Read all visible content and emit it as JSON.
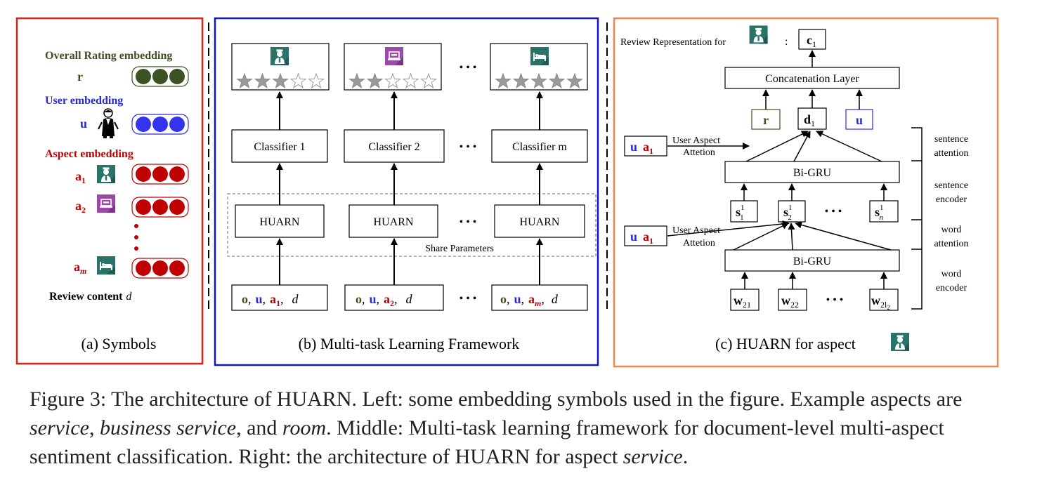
{
  "colors": {
    "symbols_border": "#e0201c",
    "framework_border": "#1414c8",
    "huarn_border": "#f0884c",
    "rating_green": "#3b5323",
    "user_blue": "#2929e0",
    "aspect_red": "#c00000",
    "icon_teal": "#2a7368",
    "icon_purple": "#9b4aa8",
    "star_gray": "#9a9a9a"
  },
  "icons": [
    "waiter-icon",
    "laptop-icon",
    "bed-icon",
    "user-figure-icon",
    "star-icon"
  ],
  "symbols": {
    "overall_title": "Overall Rating embedding",
    "overall_sym": "r",
    "user_title": "User embedding",
    "user_sym": "u",
    "aspect_title": "Aspect embedding",
    "a": "a",
    "sub1": "1",
    "sub2": "2",
    "subm": "m",
    "review_label": "Review content",
    "review_sym": "d",
    "caption": "(a) Symbols"
  },
  "framework": {
    "classifiers": [
      "Classifier 1",
      "Classifier 2",
      "Classifier m"
    ],
    "huarn": "HUARN",
    "share": "Share Parameters",
    "input_o": "o",
    "input_u": "u",
    "input_a": "a",
    "input_d": "d",
    "input_subs": [
      "1",
      "2",
      "m"
    ],
    "comma": ",",
    "ellipsis": "• • •",
    "stars_filled": [
      3,
      2,
      5
    ],
    "stars_total": 5,
    "caption": "(b) Multi-task Learning Framework"
  },
  "huarn": {
    "review_rep": "Review Representation for",
    "colon": ":",
    "c": "c",
    "c_sub": "1",
    "concat": "Concatenation Layer",
    "r": "r",
    "d": "d",
    "d_sub": "1",
    "u": "u",
    "a": "a",
    "a_sub": "1",
    "uaa_line1": "User Aspect",
    "uaa_line2": "Attetion",
    "bigru": "Bi-GRU",
    "s": "s",
    "s_sup": "1",
    "s_subs": [
      "1",
      "2",
      "n"
    ],
    "w": "w",
    "w_subs": [
      "21",
      "22",
      "2l"
    ],
    "w_subsub": "2",
    "ellipsis": "• • •",
    "right_labels": [
      "sentence",
      "attention",
      "sentence",
      "encoder",
      "word",
      "attention",
      "word",
      "encoder"
    ],
    "caption": "(c) HUARN for aspect"
  },
  "caption": {
    "p1": "Figure 3: The architecture of HUARN. Left: some embedding symbols used in the figure. Example aspects are ",
    "e1": "service",
    "p2": ", ",
    "e2": "business service",
    "p3": ", and ",
    "e3": "room",
    "p4": ". Middle: Multi-task learning framework for document-level multi-aspect sentiment classification. Right: the architecture of HUARN for aspect ",
    "e4": "service",
    "p5": "."
  }
}
